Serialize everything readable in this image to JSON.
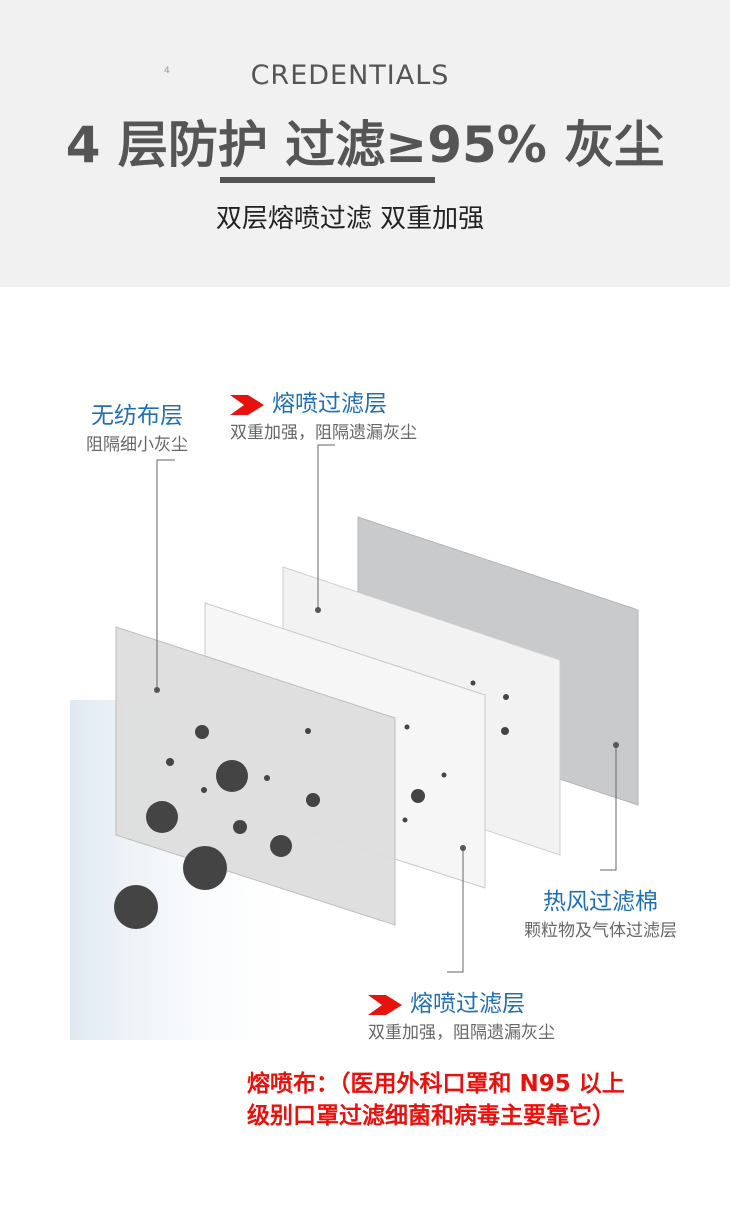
{
  "header": {
    "small_number": "4",
    "eyebrow": "CREDENTIALS",
    "title": "4 层防护 过滤≥95% 灰尘",
    "subtitle": "双层熔喷过滤  双重加强"
  },
  "labels": {
    "nonwoven": {
      "title": "无纺布层",
      "desc": "阻隔细小灰尘"
    },
    "meltblown_top": {
      "title": "熔喷过滤层",
      "desc": "双重加强，阻隔遗漏灰尘"
    },
    "hot_air": {
      "title": "热风过滤棉",
      "desc": "颗粒物及气体过滤层"
    },
    "meltblown_bottom": {
      "title": "熔喷过滤层",
      "desc": "双重加强，阻隔遗漏灰尘"
    }
  },
  "note": {
    "line1": "熔喷布：（医用外科口罩和 N95 以上",
    "line2": "级别口罩过滤细菌和病毒主要靠它）"
  },
  "colors": {
    "blue": "#1f6fb5",
    "red": "#e8120c",
    "title_gray": "#555555"
  }
}
